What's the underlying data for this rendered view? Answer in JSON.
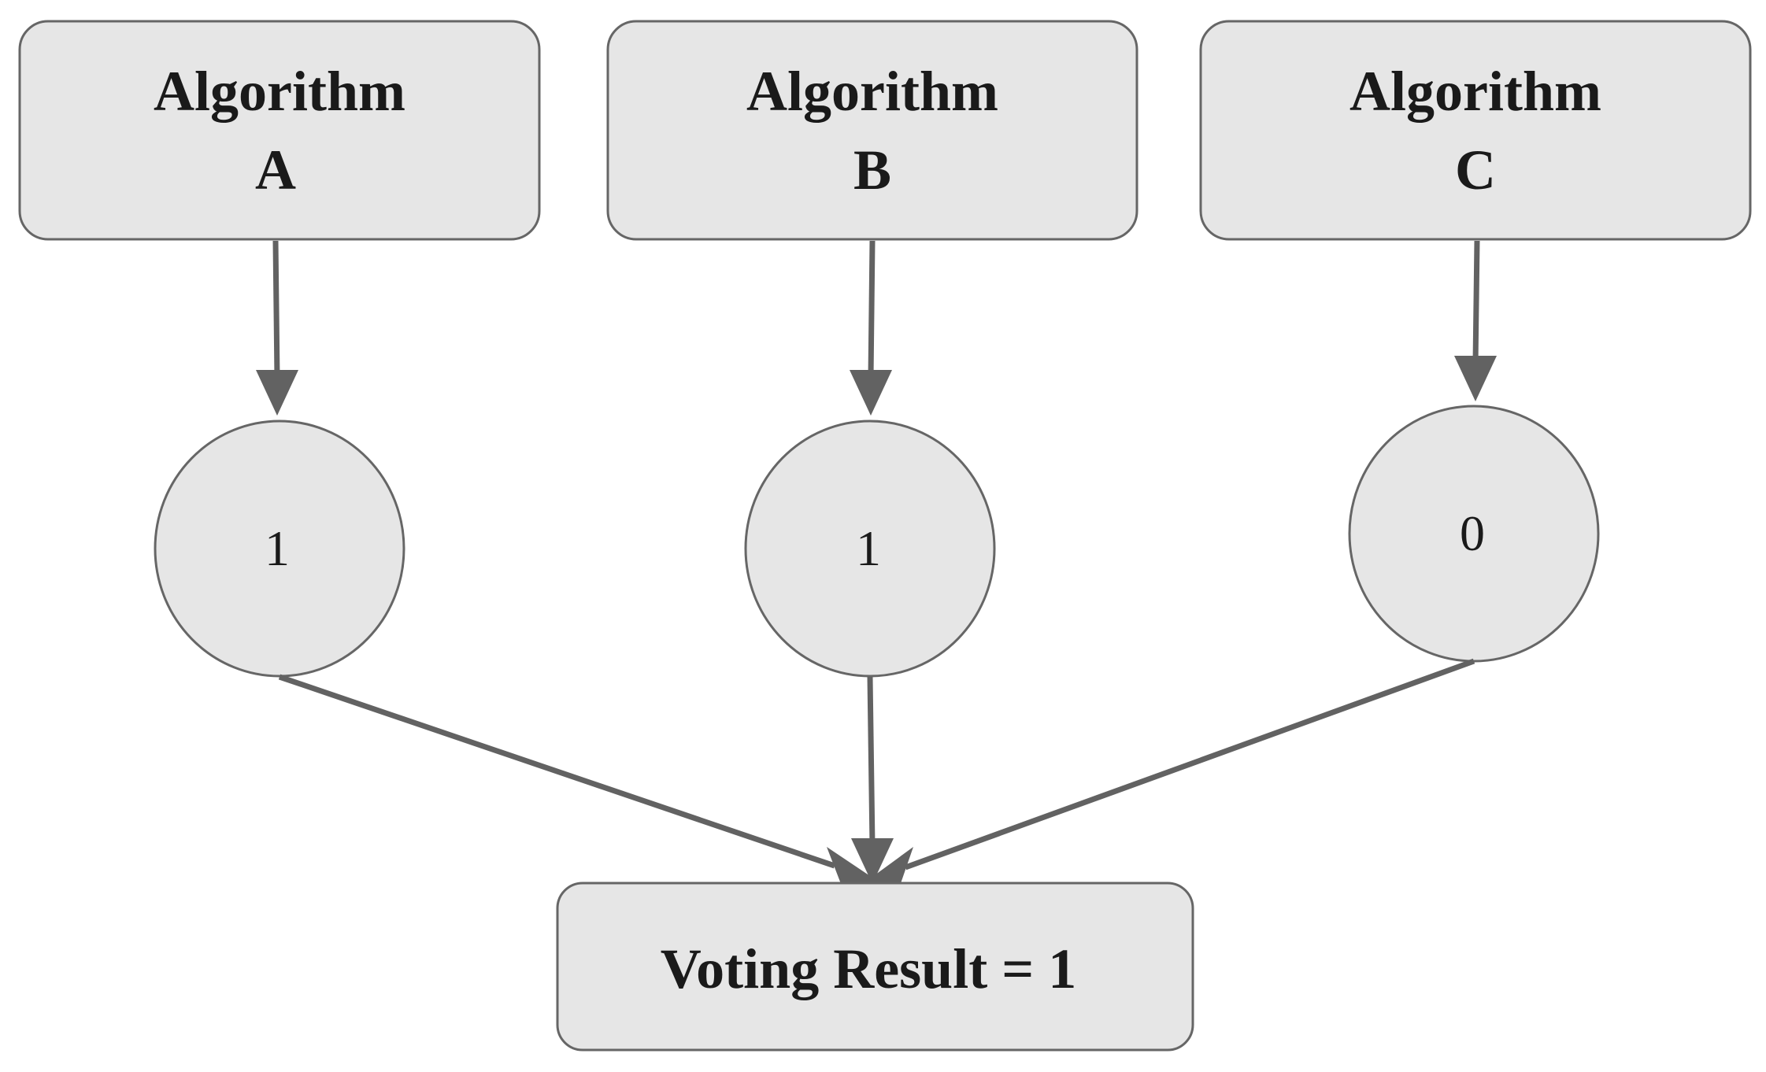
{
  "algorithms": [
    {
      "line1": "Algorithm",
      "line2": "A",
      "output": "1"
    },
    {
      "line1": "Algorithm",
      "line2": "B",
      "output": "1"
    },
    {
      "line1": "Algorithm",
      "line2": "C",
      "output": "0"
    }
  ],
  "result": {
    "label": "Voting Result = 1"
  },
  "colors": {
    "box_fill": "#e6e6e6",
    "border": "#666666",
    "arrow": "#626262",
    "text": "#1a1a1a"
  }
}
